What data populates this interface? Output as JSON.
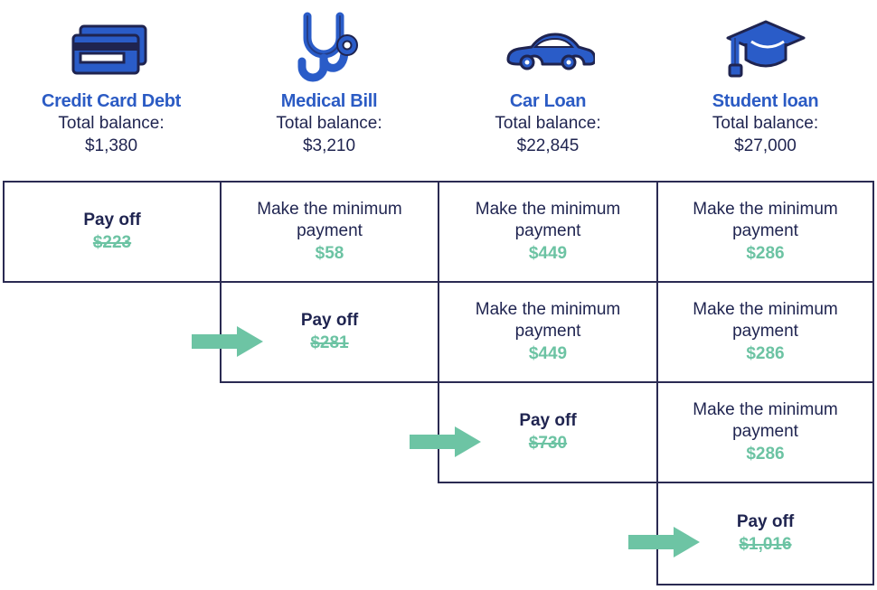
{
  "columns": [
    {
      "icon": "credit-cards-icon",
      "title": "Credit Card Debt",
      "balance_label": "Total balance:",
      "balance": "$1,380"
    },
    {
      "icon": "stethoscope-icon",
      "title": "Medical Bill",
      "balance_label": "Total balance:",
      "balance": "$3,210"
    },
    {
      "icon": "car-icon",
      "title": "Car Loan",
      "balance_label": "Total balance:",
      "balance": "$22,845"
    },
    {
      "icon": "graduation-cap-icon",
      "title": "Student loan",
      "balance_label": "Total balance:",
      "balance": "$27,000"
    }
  ],
  "rows": [
    {
      "arrow": null,
      "cells": [
        {
          "col": 0,
          "label": "Pay off",
          "amount": "$223",
          "payoff": true
        },
        {
          "col": 1,
          "label": "Make the minimum payment",
          "amount": "$58",
          "payoff": false
        },
        {
          "col": 2,
          "label": "Make the minimum payment",
          "amount": "$449",
          "payoff": false
        },
        {
          "col": 3,
          "label": "Make the minimum payment",
          "amount": "$286",
          "payoff": false
        }
      ]
    },
    {
      "arrow": 1,
      "cells": [
        {
          "col": 1,
          "label": "Pay off",
          "amount": "$281",
          "payoff": true
        },
        {
          "col": 2,
          "label": "Make the minimum payment",
          "amount": "$449",
          "payoff": false
        },
        {
          "col": 3,
          "label": "Make the minimum payment",
          "amount": "$286",
          "payoff": false
        }
      ]
    },
    {
      "arrow": 2,
      "cells": [
        {
          "col": 2,
          "label": "Pay off",
          "amount": "$730",
          "payoff": true
        },
        {
          "col": 3,
          "label": "Make the minimum payment",
          "amount": "$286",
          "payoff": false
        }
      ]
    },
    {
      "arrow": 3,
      "cells": [
        {
          "col": 3,
          "label": "Pay off",
          "amount": "$1,016",
          "payoff": true
        }
      ]
    }
  ],
  "colors": {
    "title_blue": "#2B5BC4",
    "icon_blue": "#2A5CC8",
    "icon_outline": "#1F2450",
    "text_navy": "#1F2450",
    "border_navy": "#2A2A52",
    "amount_green": "#6CC3A3",
    "arrow_green": "#6DC4A4",
    "background": "#FFFFFF"
  }
}
